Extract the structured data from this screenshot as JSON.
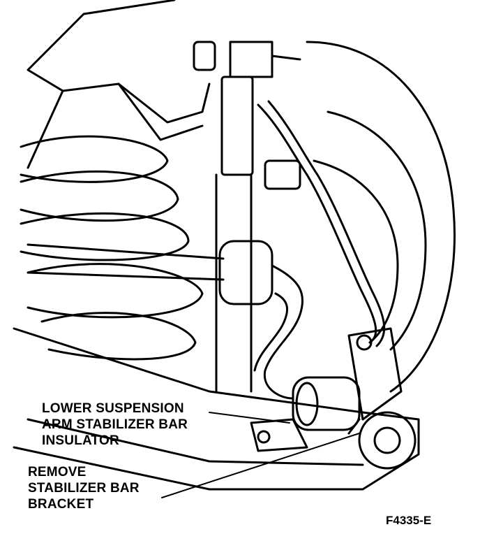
{
  "callouts": {
    "insulator": [
      "LOWER SUSPENSION",
      "ARM STABILIZER BAR",
      "INSULATOR"
    ],
    "bracket": [
      "REMOVE",
      "STABILIZER BAR",
      "BRACKET"
    ]
  },
  "figure_id": "F4335-E"
}
